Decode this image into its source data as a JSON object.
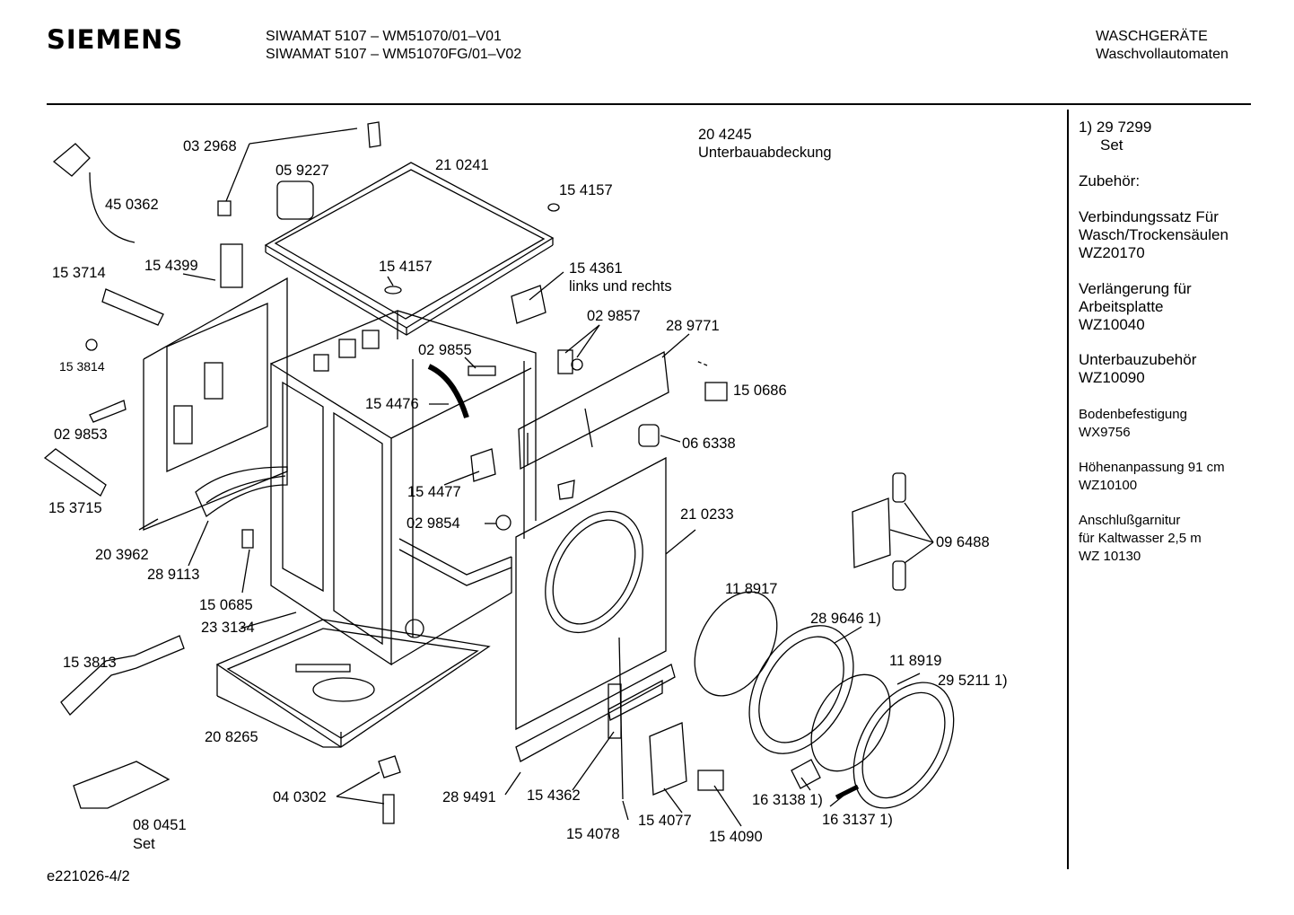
{
  "header": {
    "brand": "SIEMENS",
    "model_line_1": "SIWAMAT 5107 – WM51070/01–V01",
    "model_line_2": "SIWAMAT 5107 – WM51070FG/01–V02",
    "category_line_1": "WASCHGERÄTE",
    "category_line_2": "Waschvollautomaten"
  },
  "footer": {
    "drawing_id": "e221026-4/2"
  },
  "callouts": {
    "c032968": "03 2968",
    "c059227": "05 9227",
    "c210241": "21 0241",
    "c204245": "20 4245",
    "c204245_name": "Unterbauabdeckung",
    "c450362": "45 0362",
    "c154157a": "15 4157",
    "c154157b": "15 4157",
    "c153714": "15 3714",
    "c154399": "15 4399",
    "c154361": "15 4361",
    "c154361_note": "links und rechts",
    "c029857": "02 9857",
    "c289771": "28 9771",
    "c153814": "15 3814",
    "c029855": "02 9855",
    "c154476": "15 4476",
    "c150686": "15 0686",
    "c029853": "02 9853",
    "c066338": "06 6338",
    "c153715": "15 3715",
    "c154477": "15 4477",
    "c210233": "21 0233",
    "c029854": "02 9854",
    "c203962": "20 3962",
    "c289113": "28 9113",
    "c096488": "09 6488",
    "c150685": "15 0685",
    "c118917": "11 8917",
    "c233134": "23 3134",
    "c289646": "28 9646 1)",
    "c153813": "15 3813",
    "c118919": "11 8919",
    "c295211": "29 5211 1)",
    "c208265": "20 8265",
    "c040302": "04 0302",
    "c289491": "28 9491",
    "c154362": "15 4362",
    "c163138": "16 3138 1)",
    "c080451": "08 0451",
    "c080451_note": "Set",
    "c154077": "15 4077",
    "c163137": "16 3137 1)",
    "c154078": "15 4078",
    "c154090": "15 4090"
  },
  "sidebar": {
    "footnote_1": "1)  29 7299",
    "footnote_2": "Set",
    "accessories_title": "Zubehör:",
    "acc1_l1": "Verbindungssatz Für",
    "acc1_l2": "Wasch/Trockensäulen",
    "acc1_l3": "WZ20170",
    "acc2_l1": "Verlängerung für",
    "acc2_l2": "Arbeitsplatte",
    "acc2_l3": "WZ10040",
    "acc3_l1": "Unterbauzubehör",
    "acc3_l2": "WZ10090",
    "acc4_l1": "Bodenbefestigung",
    "acc4_l2": "WX9756",
    "acc5_l1": "Höhenanpassung 91 cm",
    "acc5_l2": "WZ10100",
    "acc6_l1": "Anschlußgarnitur",
    "acc6_l2": "für Kaltwasser 2,5 m",
    "acc6_l3": "WZ 10130"
  }
}
